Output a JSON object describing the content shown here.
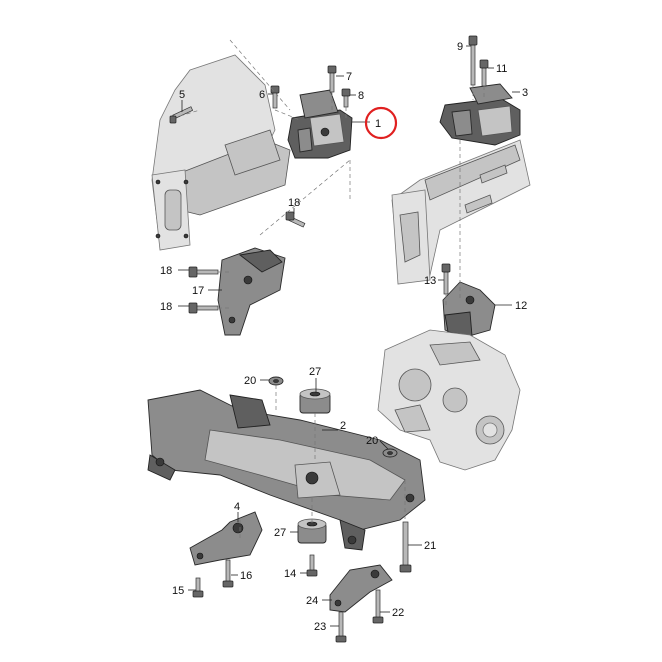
{
  "callouts": [
    {
      "id": "1",
      "text": "1"
    },
    {
      "id": "2",
      "text": "2"
    },
    {
      "id": "3",
      "text": "3"
    },
    {
      "id": "4",
      "text": "4"
    },
    {
      "id": "5",
      "text": "5"
    },
    {
      "id": "6",
      "text": "6"
    },
    {
      "id": "7",
      "text": "7"
    },
    {
      "id": "8",
      "text": "8"
    },
    {
      "id": "9",
      "text": "9"
    },
    {
      "id": "11",
      "text": "11"
    },
    {
      "id": "12",
      "text": "12"
    },
    {
      "id": "13",
      "text": "13"
    },
    {
      "id": "14",
      "text": "14"
    },
    {
      "id": "15",
      "text": "15"
    },
    {
      "id": "16",
      "text": "16"
    },
    {
      "id": "17",
      "text": "17"
    },
    {
      "id": "18a",
      "text": "18"
    },
    {
      "id": "18b",
      "text": "18"
    },
    {
      "id": "18c",
      "text": "18"
    },
    {
      "id": "20a",
      "text": "20"
    },
    {
      "id": "20b",
      "text": "20"
    },
    {
      "id": "21",
      "text": "21"
    },
    {
      "id": "22",
      "text": "22"
    },
    {
      "id": "23",
      "text": "23"
    },
    {
      "id": "24",
      "text": "24"
    },
    {
      "id": "27a",
      "text": "27"
    },
    {
      "id": "27b",
      "text": "27"
    }
  ],
  "highlight": {
    "target": "1",
    "color": "#e02020"
  },
  "colors": {
    "part_dark": "#5f5f5f",
    "part_mid": "#8c8c8c",
    "part_light": "#c4c4c4",
    "part_pale": "#e2e2e2"
  }
}
